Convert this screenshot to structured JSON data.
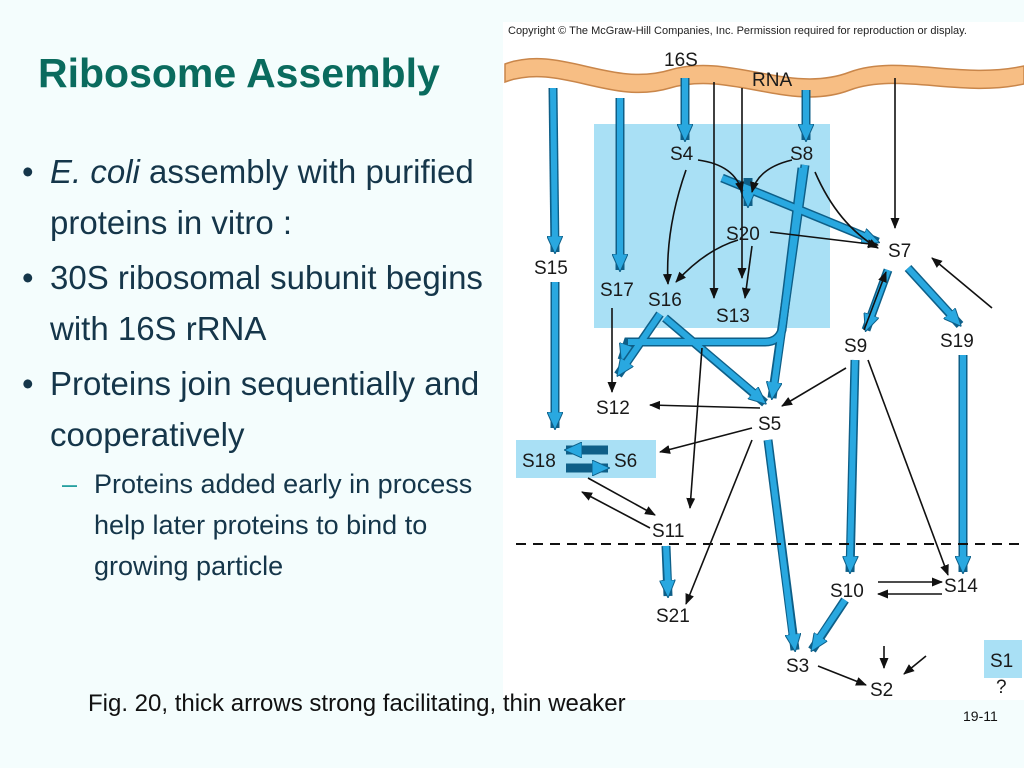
{
  "slide": {
    "title": "Ribosome Assembly",
    "bullets": [
      {
        "em": "E. coli",
        "rest": " assembly with purified proteins in vitro :"
      },
      {
        "text": "30S ribosomal subunit begins with 16S rRNA"
      },
      {
        "text": "Proteins join sequentially and cooperatively"
      }
    ],
    "sub_bullet": "Proteins added early in process help later proteins to bind to growing particle",
    "bullet_marker": "•",
    "sub_marker": "–",
    "caption": "Fig. 20, thick arrows strong facilitating, thin weaker",
    "page_number": "19-11"
  },
  "figure": {
    "copyright": "Copyright © The McGraw-Hill Companies, Inc. Permission required for reproduction or display.",
    "rna_labels": [
      "16S",
      "RNA"
    ],
    "proteins": {
      "s15": "S15",
      "s4": "S4",
      "s8": "S8",
      "s20": "S20",
      "s7": "S7",
      "s17": "S17",
      "s16": "S16",
      "s13": "S13",
      "s9": "S9",
      "s19": "S19",
      "s12": "S12",
      "s5": "S5",
      "s18": "S18",
      "s6": "S6",
      "s11": "S11",
      "s10": "S10",
      "s14": "S14",
      "s21": "S21",
      "s3": "S3",
      "s2": "S2",
      "s1": "S1"
    },
    "s1_unknown": "?",
    "colors": {
      "rna": "#f7be84",
      "rna_edge": "#c9864a",
      "arrow": "#29a8e0",
      "arrow_edge": "#0e5f88",
      "box": "#a9e0f5",
      "thin": "#111111"
    }
  }
}
